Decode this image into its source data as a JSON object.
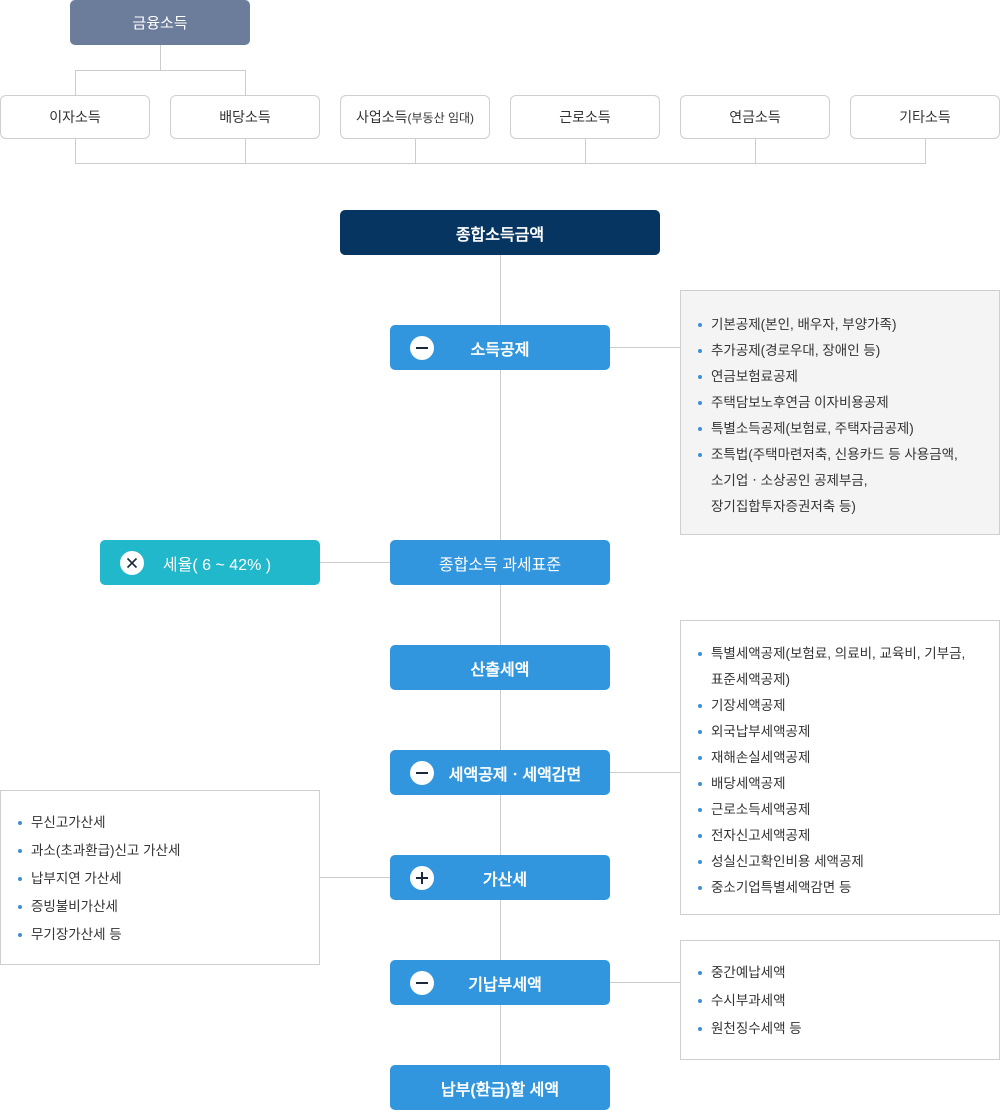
{
  "top": {
    "financial_income": "금융소득"
  },
  "income_types": [
    {
      "main": "이자소득",
      "sub": ""
    },
    {
      "main": "배당소득",
      "sub": ""
    },
    {
      "main": "사업소득",
      "sub": "(부동산 임대)"
    },
    {
      "main": "근로소득",
      "sub": ""
    },
    {
      "main": "연금소득",
      "sub": ""
    },
    {
      "main": "기타소득",
      "sub": ""
    }
  ],
  "flow": {
    "total_income": "종합소득금액",
    "income_deduction": "소득공제",
    "tax_base": "종합소득 과세표준",
    "computed_tax": "산출세액",
    "tax_credit": "세액공제ㆍ세액감면",
    "additional_tax": "가산세",
    "prepaid_tax": "기납부세액",
    "final_tax": "납부(환급)할 세액"
  },
  "tax_rate": {
    "label": "세율",
    "value": "( 6 ~ 42% )"
  },
  "operators": {
    "minus": "minus-icon",
    "plus": "plus-icon",
    "times": "times-icon"
  },
  "notes": {
    "income_deduction": [
      "기본공제(본인, 배우자, 부양가족)",
      "추가공제(경로우대, 장애인 등)",
      "연금보험료공제",
      "주택담보노후연금 이자비용공제",
      "특별소득공제(보험료, 주택자금공제)",
      "조특법(주택마련저축, 신용카드 등 사용금액,",
      "소기업ㆍ소상공인 공제부금,",
      "장기집합투자증권저축 등)"
    ],
    "tax_credit": [
      "특별세액공제(보험료, 의료비, 교육비, 기부금,",
      "표준세액공제)",
      "기장세액공제",
      "외국납부세액공제",
      "재해손실세액공제",
      "배당세액공제",
      "근로소득세액공제",
      "전자신고세액공제",
      "성실신고확인비용 세액공제",
      "중소기업특별세액감면 등"
    ],
    "additional_tax": [
      "무신고가산세",
      "과소(초과환급)신고 가산세",
      "납부지연 가산세",
      "증빙불비가산세",
      "무기장가산세 등"
    ],
    "prepaid_tax": [
      "중간예납세액",
      "수시부과세액",
      "원천징수세액 등"
    ]
  },
  "colors": {
    "financial_box": "#6c7d9c",
    "navy": "#063561",
    "blue": "#3196dd",
    "teal": "#22b8cb",
    "bullet": "#3d8fd6"
  }
}
